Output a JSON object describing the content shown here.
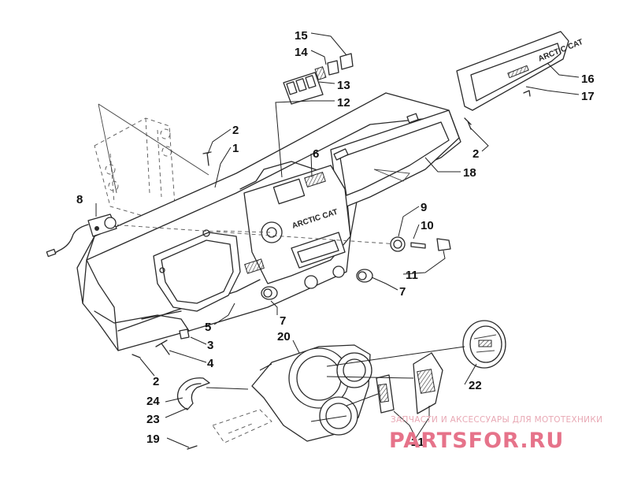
{
  "brand_text": "ARCTIC CAT",
  "watermark": {
    "tagline": "ЗАПЧАСТИ И АКСЕССУАРЫ ДЛЯ МОТОТЕХНИКИ",
    "site": "PARTSFOR.RU"
  },
  "callouts": [
    {
      "label": "15"
    },
    {
      "label": "14"
    },
    {
      "label": "13"
    },
    {
      "label": "12"
    },
    {
      "label": "16"
    },
    {
      "label": "17"
    },
    {
      "label": "2"
    },
    {
      "label": "1"
    },
    {
      "label": "6"
    },
    {
      "label": "2"
    },
    {
      "label": "18"
    },
    {
      "label": "8"
    },
    {
      "label": "9"
    },
    {
      "label": "10"
    },
    {
      "label": "11"
    },
    {
      "label": "7"
    },
    {
      "label": "5"
    },
    {
      "label": "7"
    },
    {
      "label": "3"
    },
    {
      "label": "20"
    },
    {
      "label": "4"
    },
    {
      "label": "2"
    },
    {
      "label": "22"
    },
    {
      "label": "24"
    },
    {
      "label": "23"
    },
    {
      "label": "19"
    },
    {
      "label": "21"
    }
  ]
}
